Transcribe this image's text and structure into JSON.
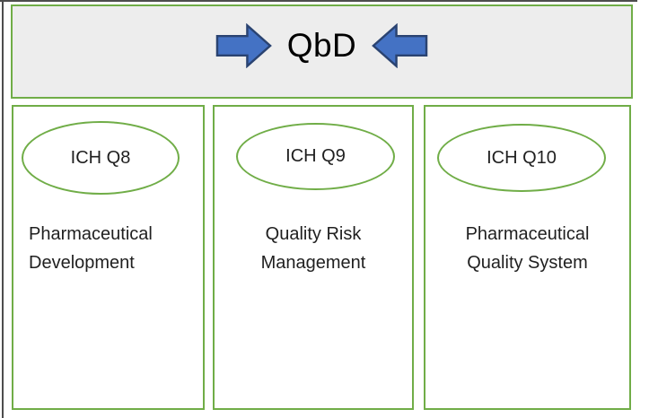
{
  "header": {
    "title": "QbD",
    "arrow_left_icon": "block-arrow-left",
    "arrow_right_icon": "block-arrow-right"
  },
  "columns": [
    {
      "badge": "ICH Q8",
      "lines": [
        "Pharmaceutical",
        "Development"
      ]
    },
    {
      "badge": "ICH Q9",
      "lines": [
        "Quality Risk",
        "Management"
      ]
    },
    {
      "badge": "ICH Q10",
      "lines": [
        "Pharmaceutical",
        "Quality System"
      ]
    }
  ],
  "colors": {
    "accent_green": "#70AD47",
    "header_fill": "#EDEDED",
    "arrow_fill": "#4472C4",
    "arrow_stroke": "#2A4371",
    "frame_gray": "#4D4D4D",
    "text": "#1F1F1F"
  }
}
